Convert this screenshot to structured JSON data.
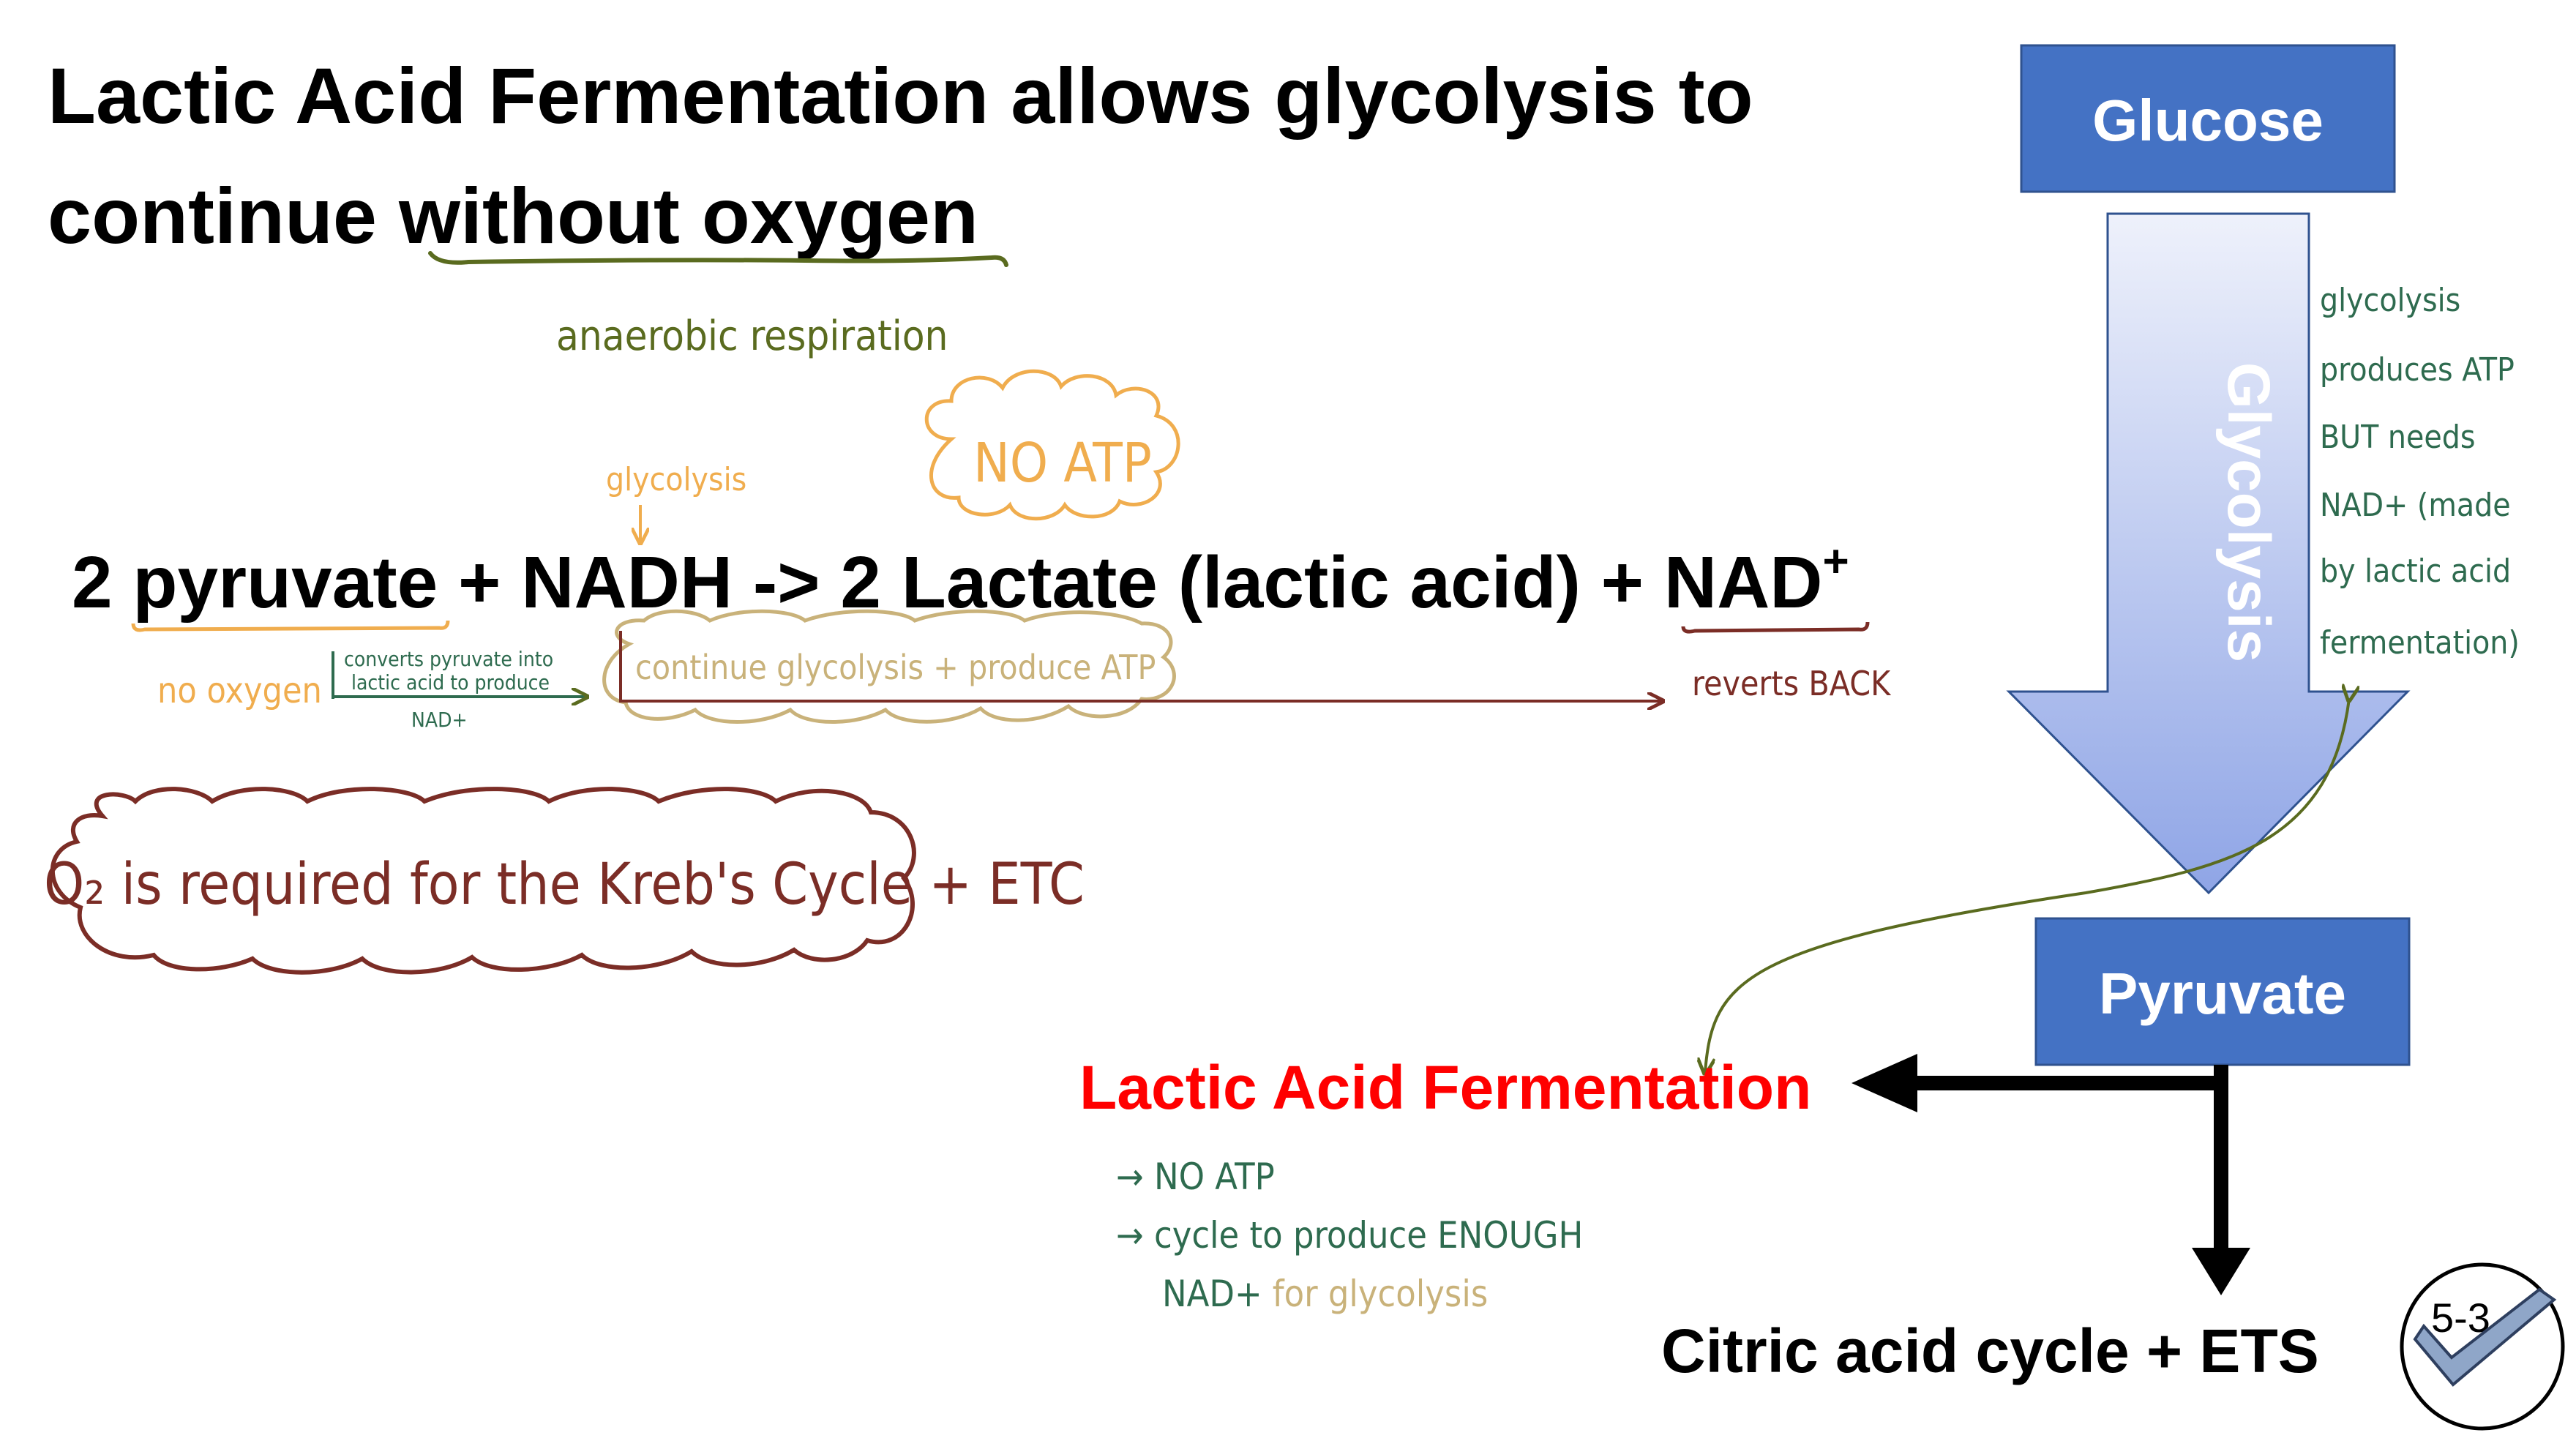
{
  "title": {
    "line1": "Lactic Acid Fermentation allows glycolysis to",
    "line2_prefix": "continue ",
    "line2_emphasis": "without oxygen"
  },
  "annotations": {
    "anaerobic": "anaerobic respiration",
    "no_atp_cloud": "NO ATP",
    "glycolysis_small": "glycolysis",
    "no_oxygen": "no oxygen",
    "converts_line1": "converts pyruvate into",
    "converts_line2": "lactic acid to produce",
    "converts_line3": "NAD+",
    "continue_cloud": "continue glycolysis + produce ATP",
    "reverts_back": "reverts BACK",
    "o2_cloud": "O₂ is required for the Kreb's Cycle + ETC",
    "right_note": [
      "glycolysis",
      "produces ATP",
      "BUT needs",
      "NAD+ (made",
      "by lactic acid",
      "fermentation)"
    ],
    "lactic_note_1": "→ NO ATP",
    "lactic_note_2": "→ cycle to produce ENOUGH",
    "lactic_note_3a": "NAD+",
    "lactic_note_3b": "for glycolysis"
  },
  "equation": {
    "coef1": "2 ",
    "pyruvate": "pyruvate",
    "mid": " + NADH -> 2 Lactate (lactic acid) + ",
    "nad": "NAD",
    "nad_sup": "+"
  },
  "flow": {
    "glucose": "Glucose",
    "glycolysis": "Glycolysis",
    "pyruvate": "Pyruvate",
    "lactic": "Lactic Acid Fermentation",
    "citric": "Citric acid cycle + ETS"
  },
  "badge": {
    "label": "5-3"
  },
  "colors": {
    "box_blue": "#4472c4",
    "lactic_red": "#ff0000",
    "olive": "#5a6b1f",
    "orange": "#f0ad4e",
    "maroon": "#7b2d26",
    "dark_green": "#2e6b4f",
    "khaki": "#c9b27a"
  }
}
